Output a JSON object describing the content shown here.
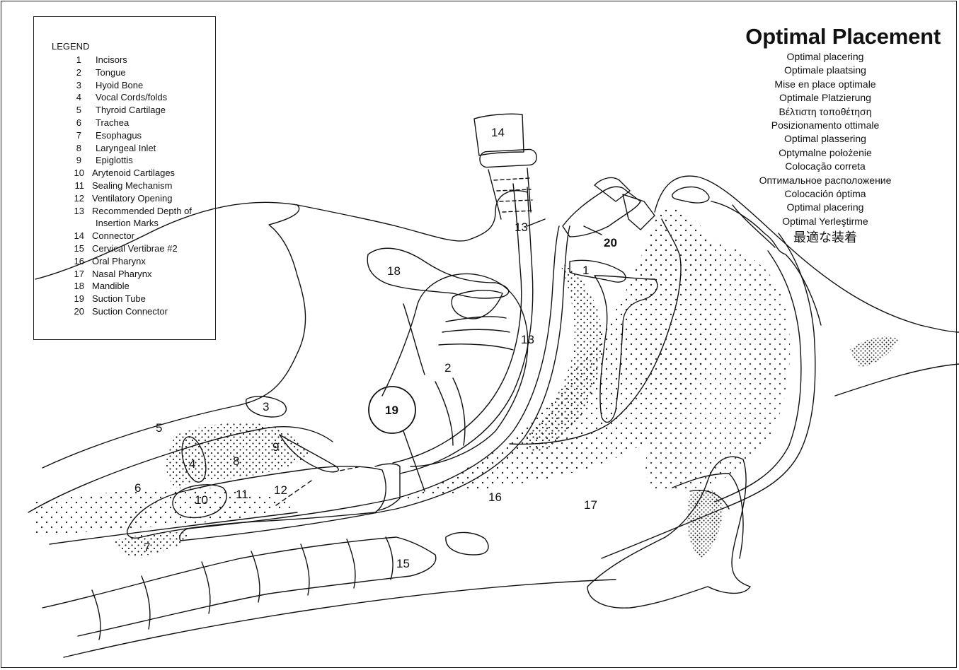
{
  "legend": {
    "title": "LEGEND",
    "items": [
      {
        "num": "1",
        "label": "Incisors"
      },
      {
        "num": "2",
        "label": "Tongue"
      },
      {
        "num": "3",
        "label": "Hyoid Bone"
      },
      {
        "num": "4",
        "label": "Vocal Cords/folds"
      },
      {
        "num": "5",
        "label": "Thyroid Cartilage"
      },
      {
        "num": "6",
        "label": "Trachea"
      },
      {
        "num": "7",
        "label": "Esophagus"
      },
      {
        "num": "8",
        "label": "Laryngeal Inlet"
      },
      {
        "num": "9",
        "label": "Epiglottis"
      },
      {
        "num": "10",
        "label": "Arytenoid Cartilages"
      },
      {
        "num": "11",
        "label": "Sealing Mechanism"
      },
      {
        "num": "12",
        "label": "Ventilatory Opening"
      },
      {
        "num": "13",
        "label": "Recommended Depth of"
      },
      {
        "num": "",
        "label": "Insertion Marks"
      },
      {
        "num": "14",
        "label": "Connector"
      },
      {
        "num": "15",
        "label": "Cervical Vertibrae #2"
      },
      {
        "num": "16",
        "label": "Oral Pharynx"
      },
      {
        "num": "17",
        "label": "Nasal Pharynx"
      },
      {
        "num": "18",
        "label": "Mandible"
      },
      {
        "num": "19",
        "label": "Suction Tube"
      },
      {
        "num": "20",
        "label": "Suction Connector"
      }
    ]
  },
  "title": "Optimal Placement",
  "translations": [
    "Optimal placering",
    "Optimale plaatsing",
    "Mise en place optimale",
    "Optimale Platzierung",
    "Βέλτιστη τοποθέτηση",
    "Posizionamento ottimale",
    "Optimal plassering",
    "Optymalne położenie",
    "Colocação correta",
    "Оптимальное расположение",
    "Colocación óptima",
    "Optimal placering",
    "Optimal Yerleştirme",
    "最適な装着"
  ],
  "diagram_labels": {
    "l1": "1",
    "l2": "2",
    "l3": "3",
    "l4": "4",
    "l5": "5",
    "l6": "6",
    "l7": "7",
    "l8": "8",
    "l9": "9",
    "l10": "10",
    "l11": "11",
    "l12": "12",
    "l13a": "13",
    "l13b": "13",
    "l14": "14",
    "l15": "15",
    "l16": "16",
    "l17": "17",
    "l18": "18",
    "l19": "19",
    "l20": "20"
  }
}
